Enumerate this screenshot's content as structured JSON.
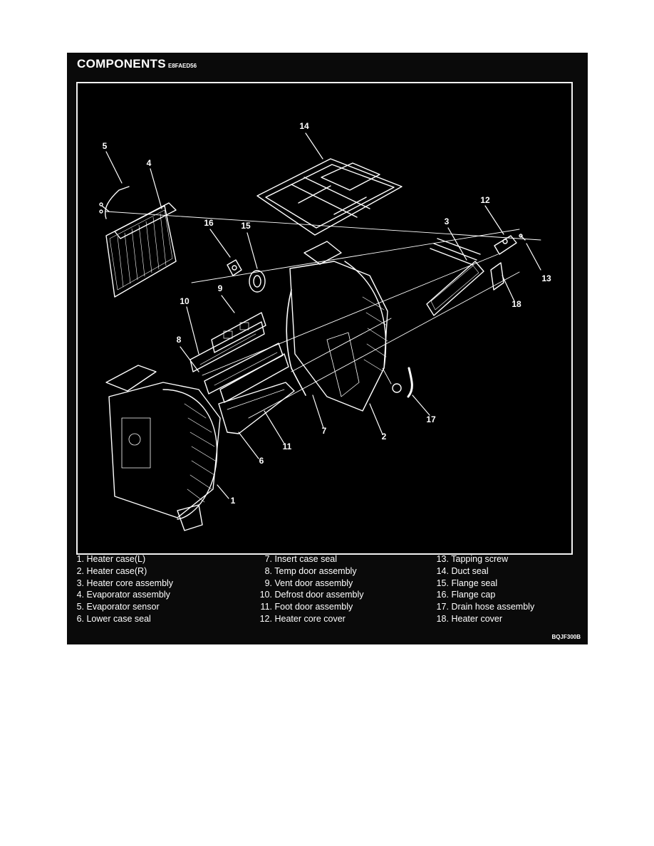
{
  "header": {
    "title": "COMPONENTS",
    "code": "E8FAED56"
  },
  "figure_ref": "BQJF300B",
  "callouts": [
    "1",
    "2",
    "3",
    "4",
    "5",
    "6",
    "7",
    "8",
    "9",
    "10",
    "11",
    "12",
    "13",
    "14",
    "15",
    "16",
    "17",
    "18"
  ],
  "legend": [
    [
      {
        "num": "1.",
        "label": "Heater case(L)"
      },
      {
        "num": "2.",
        "label": "Heater case(R)"
      },
      {
        "num": "3.",
        "label": "Heater core assembly"
      },
      {
        "num": "4.",
        "label": "Evaporator assembly"
      },
      {
        "num": "5.",
        "label": "Evaporator sensor"
      },
      {
        "num": "6.",
        "label": "Lower case seal"
      }
    ],
    [
      {
        "num": "7.",
        "label": "Insert case seal"
      },
      {
        "num": "8.",
        "label": "Temp door assembly"
      },
      {
        "num": "9.",
        "label": "Vent door assembly"
      },
      {
        "num": "10.",
        "label": "Defrost door assembly"
      },
      {
        "num": "11.",
        "label": "Foot door assembly"
      },
      {
        "num": "12.",
        "label": "Heater core cover"
      }
    ],
    [
      {
        "num": "13.",
        "label": "Tapping screw"
      },
      {
        "num": "14.",
        "label": "Duct seal"
      },
      {
        "num": "15.",
        "label": "Flange seal"
      },
      {
        "num": "16.",
        "label": "Flange cap"
      },
      {
        "num": "17.",
        "label": "Drain hose assembly"
      },
      {
        "num": "18.",
        "label": "Heater cover"
      }
    ]
  ]
}
